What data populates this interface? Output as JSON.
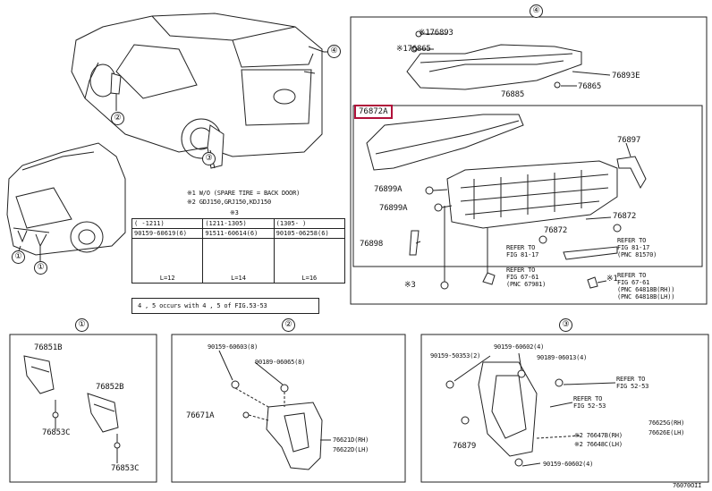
{
  "callouts": {
    "c1": "①",
    "c2": "②",
    "c3": "③",
    "c4": "④"
  },
  "top_notes": {
    "note1": "※1 W/O (SPARE TIRE = BACK DOOR)",
    "note2": "※2 GDJ150,GRJ150,KDJ150",
    "note3": "※3"
  },
  "spec_table": {
    "headers": [
      "( -1211)",
      "(1211-1305)",
      "(1305- )"
    ],
    "parts": [
      "90159-60619(6)",
      "91511-60614(6)",
      "90105-06258(6)"
    ],
    "dims": [
      "L=12",
      "L=14",
      "L=16"
    ],
    "note": "4 , 5 occurs with 4 , 5 of FIG.53-53"
  },
  "spoiler_section": {
    "parts": {
      "p176893": "※176893",
      "p176865": "※176865",
      "p76893e": "76893E",
      "p76865_r": "76865",
      "p76885": "76885",
      "p76872a": "76872A",
      "p76897": "76897",
      "p76899a_1": "76899A",
      "p76899a_2": "76899A",
      "p76872_1": "76872",
      "p76872_2": "76872",
      "p76898": "76898",
      "s3": "※3",
      "s1": "※1"
    },
    "refs": {
      "ref1": "REFER TO\nFIG 81-17",
      "ref2": "REFER TO\nFIG 81-17\n(PNC 81570)",
      "ref3": "REFER TO\nFIG 67-61\n(PNC 67981)",
      "ref4": "REFER TO\nFIG 67-61\n(PNC 64818B(RH))\n(PNC 64818B(LH))"
    }
  },
  "panel1": {
    "p1": "76851B",
    "p2": "76852B",
    "p3": "76853C",
    "p4": "76853C"
  },
  "panel2": {
    "p1": "90159-60603(8)",
    "p2": "90189-06065(8)",
    "p3": "76671A",
    "p4": "76621D(RH)",
    "p5": "76622D(LH)"
  },
  "panel3": {
    "p1": "90159-60602(4)",
    "p2": "90159-50353(2)",
    "p3": "90189-06013(4)",
    "p4": "REFER TO\nFIG 52-53",
    "p5": "REFER TO\nFIG 52-53",
    "p6": "76625G(RH)",
    "p7": "76626E(LH)",
    "p8": "※2 76647B(RH)",
    "p9": "※2 76648C(LH)",
    "p10": "76879",
    "p11": "90159-60602(4)"
  },
  "footer": {
    "code": "76070OII"
  }
}
